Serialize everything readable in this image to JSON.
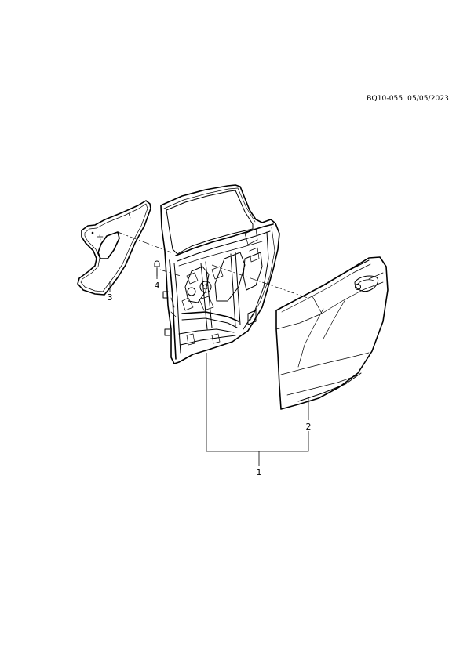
{
  "reference": "BQ10-055  05/05/2023",
  "callouts": {
    "c1": "1",
    "c2": "2",
    "c3": "3",
    "c4": "4"
  },
  "parts": [
    {
      "callout": "1",
      "icon": "door-assembly"
    },
    {
      "callout": "2",
      "icon": "outer-door-panel"
    },
    {
      "callout": "3",
      "icon": "water-deflector-sheet"
    },
    {
      "callout": "4",
      "icon": "clip"
    }
  ]
}
